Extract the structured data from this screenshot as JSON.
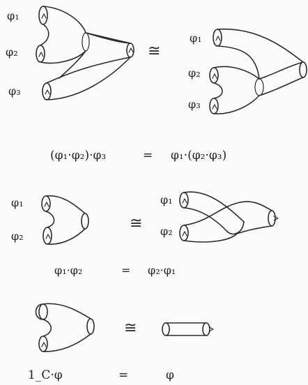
{
  "associativity": {
    "left_labels": [
      "φ₁",
      "φ₂",
      "φ₃"
    ],
    "right_labels": [
      "φ₁",
      "φ₂",
      "φ₃"
    ],
    "equivalence": "≅",
    "equation": {
      "lhs": "(φ₁·φ₂)·φ₃",
      "equals": "=",
      "rhs": "φ₁·(φ₂·φ₃)"
    }
  },
  "commutativity": {
    "left_labels": [
      "φ₁",
      "φ₂"
    ],
    "right_labels": [
      "φ₁",
      "φ₂"
    ],
    "equivalence": "≅",
    "equation": {
      "lhs": "φ₁·φ₂",
      "equals": "=",
      "rhs": "φ₂·φ₁"
    }
  },
  "unit": {
    "equivalence": "≅",
    "equation": {
      "lhs": "1_C·φ",
      "equals": "=",
      "rhs": "φ"
    }
  }
}
